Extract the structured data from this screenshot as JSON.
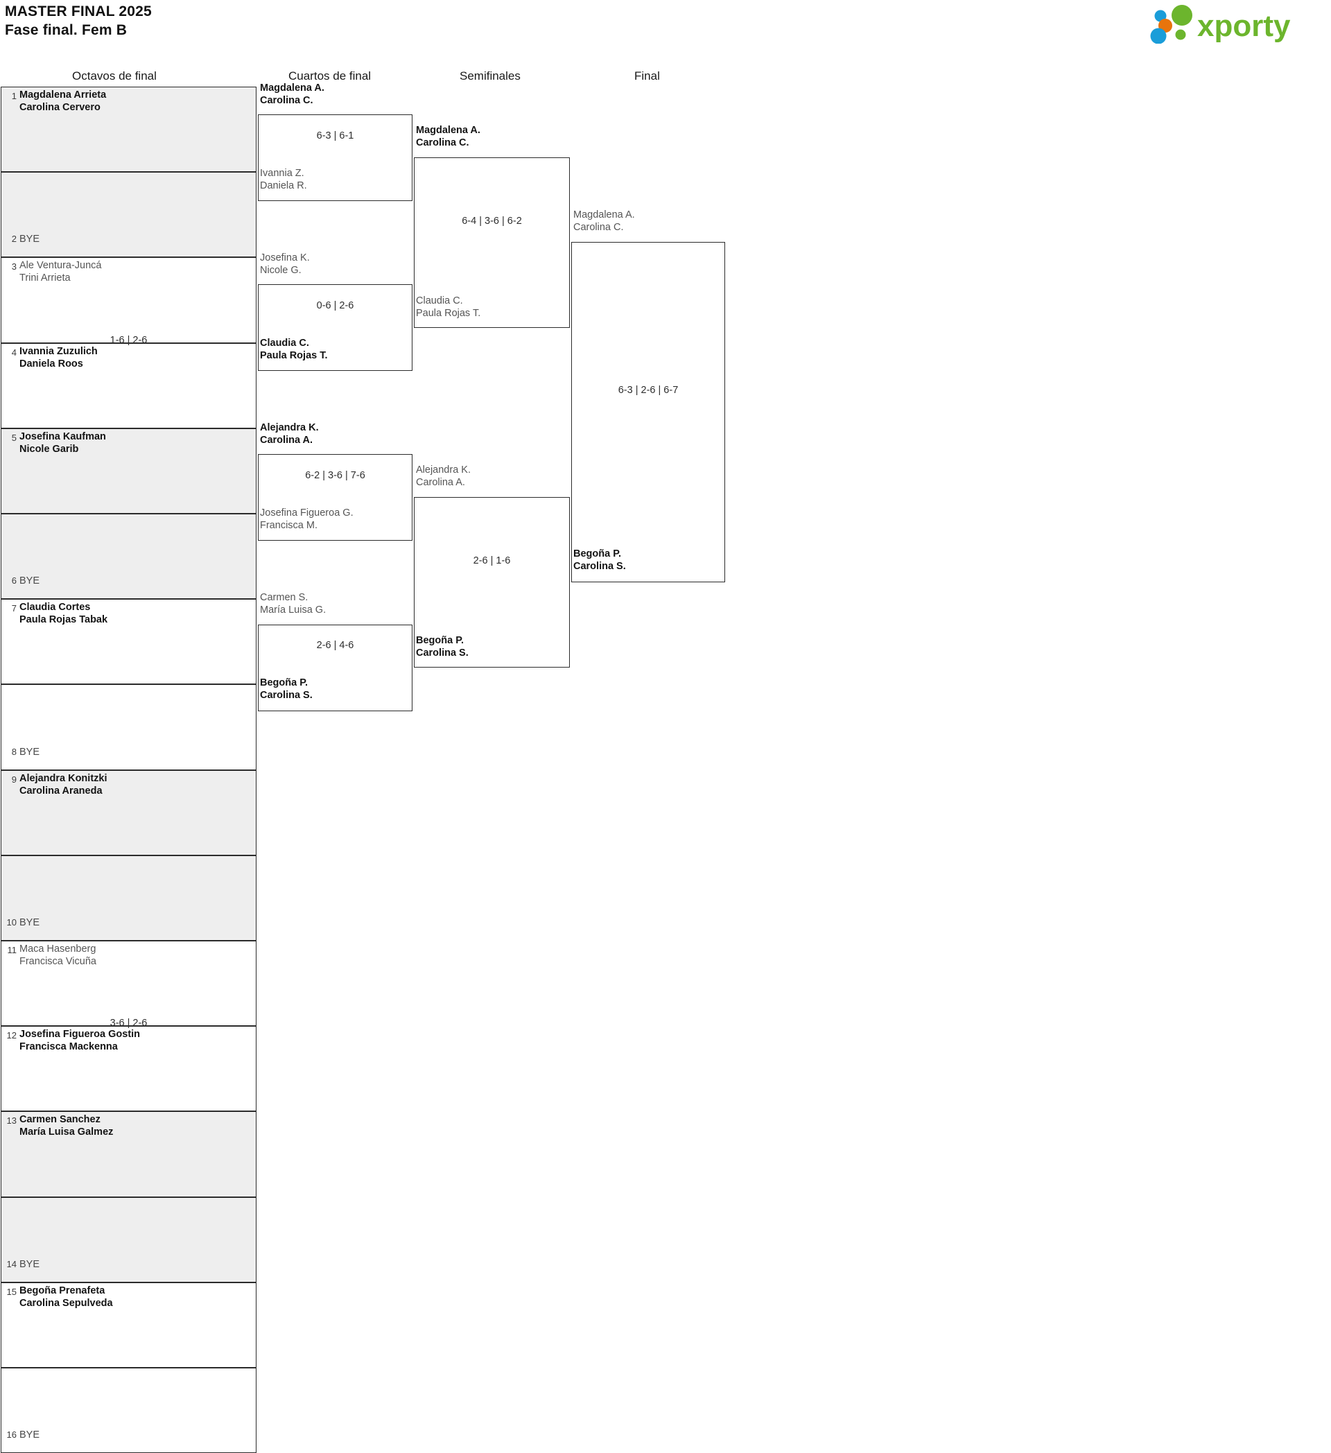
{
  "header": {
    "title": "MASTER FINAL 2025",
    "subtitle": "Fase final. Fem B",
    "logo_text": "xporty",
    "logo_colors": {
      "green": "#6cb52d",
      "blue": "#1a9dd9",
      "orange": "#e8740c"
    }
  },
  "round_titles": [
    "Octavos de final",
    "Cuartos de final",
    "Semifinales",
    "Final"
  ],
  "round1": [
    {
      "seed": "1",
      "line1": "Magdalena Arrieta",
      "line2": "Carolina Cervero",
      "state": "win",
      "bye": false
    },
    {
      "seed": "2",
      "line1": "BYE",
      "line2": "",
      "state": "bye",
      "bye": true
    },
    {
      "seed": "3",
      "line1": "Ale Ventura-Juncá",
      "line2": "Trini Arrieta",
      "state": "lose",
      "bye": false
    },
    {
      "seed": "4",
      "line1": "Ivannia Zuzulich",
      "line2": "Daniela Roos",
      "state": "win",
      "bye": false
    },
    {
      "seed": "5",
      "line1": "Josefina Kaufman",
      "line2": "Nicole Garib",
      "state": "win",
      "bye": false
    },
    {
      "seed": "6",
      "line1": "BYE",
      "line2": "",
      "state": "bye",
      "bye": true
    },
    {
      "seed": "7",
      "line1": "Claudia Cortes",
      "line2": "Paula Rojas Tabak",
      "state": "win",
      "bye": false
    },
    {
      "seed": "8",
      "line1": "BYE",
      "line2": "",
      "state": "bye",
      "bye": true
    },
    {
      "seed": "9",
      "line1": "Alejandra Konitzki",
      "line2": "Carolina Araneda",
      "state": "win",
      "bye": false
    },
    {
      "seed": "10",
      "line1": "BYE",
      "line2": "",
      "state": "bye",
      "bye": true
    },
    {
      "seed": "11",
      "line1": "Maca Hasenberg",
      "line2": "Francisca Vicuña",
      "state": "lose",
      "bye": false
    },
    {
      "seed": "12",
      "line1": "Josefina Figueroa Gostin",
      "line2": "Francisca Mackenna",
      "state": "win",
      "bye": false
    },
    {
      "seed": "13",
      "line1": "Carmen Sanchez",
      "line2": "María Luisa Galmez",
      "state": "win",
      "bye": false
    },
    {
      "seed": "14",
      "line1": "BYE",
      "line2": "",
      "state": "bye",
      "bye": true
    },
    {
      "seed": "15",
      "line1": "Begoña Prenafeta",
      "line2": "Carolina Sepulveda",
      "state": "win",
      "bye": false
    },
    {
      "seed": "16",
      "line1": "BYE",
      "line2": "",
      "state": "bye",
      "bye": true
    }
  ],
  "round1_scores": [
    "",
    "1-6 | 2-6",
    "",
    "",
    "",
    "3-6 | 2-6",
    "",
    ""
  ],
  "quarterfinals": [
    {
      "top": {
        "line1": "Magdalena A.",
        "line2": "Carolina C.",
        "state": "win"
      },
      "bottom": {
        "line1": "Ivannia Z.",
        "line2": "Daniela R.",
        "state": "lose"
      },
      "score": "6-3 | 6-1"
    },
    {
      "top": {
        "line1": "Josefina K.",
        "line2": "Nicole G.",
        "state": "lose"
      },
      "bottom": {
        "line1": "Claudia C.",
        "line2": "Paula Rojas T.",
        "state": "win"
      },
      "score": "0-6 | 2-6"
    },
    {
      "top": {
        "line1": "Alejandra K.",
        "line2": "Carolina A.",
        "state": "win"
      },
      "bottom": {
        "line1": "Josefina Figueroa G.",
        "line2": "Francisca M.",
        "state": "lose"
      },
      "score": "6-2 | 3-6 | 7-6"
    },
    {
      "top": {
        "line1": "Carmen S.",
        "line2": "María Luisa G.",
        "state": "lose"
      },
      "bottom": {
        "line1": "Begoña P.",
        "line2": "Carolina S.",
        "state": "win"
      },
      "score": "2-6 | 4-6"
    }
  ],
  "semifinals": [
    {
      "top": {
        "line1": "Magdalena A.",
        "line2": "Carolina C.",
        "state": "win"
      },
      "bottom": {
        "line1": "Claudia C.",
        "line2": "Paula Rojas T.",
        "state": "lose"
      },
      "score": "6-4 | 3-6 | 6-2"
    },
    {
      "top": {
        "line1": "Alejandra K.",
        "line2": "Carolina A.",
        "state": "lose"
      },
      "bottom": {
        "line1": "Begoña P.",
        "line2": "Carolina S.",
        "state": "win"
      },
      "score": "2-6 | 1-6"
    }
  ],
  "final": {
    "top": {
      "line1": "Magdalena A.",
      "line2": "Carolina C.",
      "state": "lose"
    },
    "bottom": {
      "line1": "Begoña P.",
      "line2": "Carolina S.",
      "state": "win"
    },
    "score": "6-3 | 2-6 | 6-7"
  }
}
